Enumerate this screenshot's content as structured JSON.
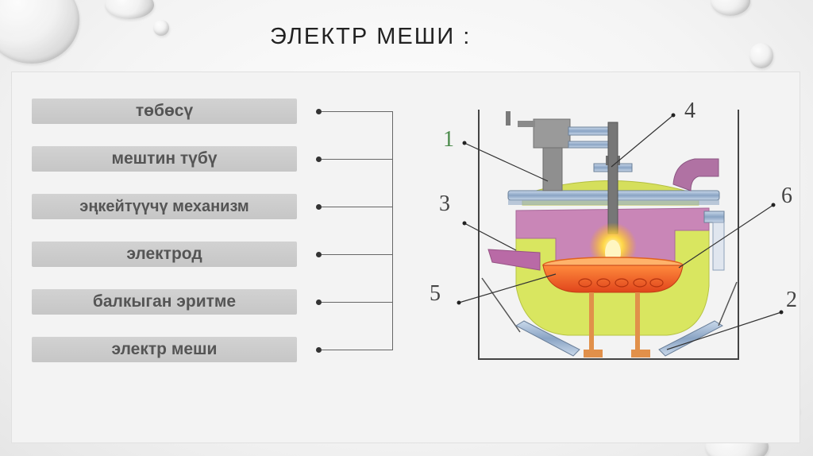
{
  "title": "ЭЛЕКТР МЕШИ :",
  "labels": [
    "төбөсү",
    "мештин түбү",
    "эңкейтүүчү механизм",
    "электрод",
    "балкыган эритме",
    "электр меши"
  ],
  "numbers": [
    "1",
    "2",
    "3",
    "4",
    "5",
    "6"
  ]
}
